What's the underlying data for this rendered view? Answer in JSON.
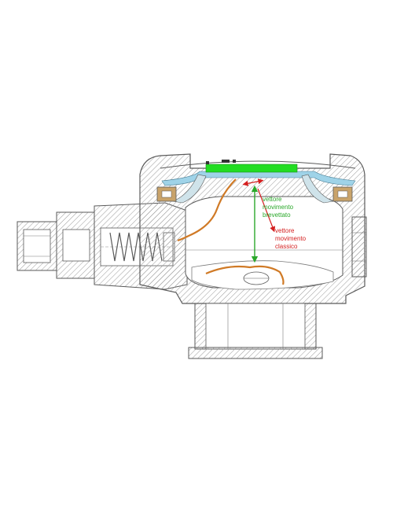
{
  "labels": {
    "patented_vector": [
      "vettore",
      "movimento",
      "brevettato"
    ],
    "classic_vector": [
      "vettore",
      "movimento",
      "classico"
    ]
  },
  "colors": {
    "background": "#ffffff",
    "outline": "#5a5a5a",
    "hatch": "#9a9a9a",
    "diaphragm_green": "#22dd22",
    "seal_tan": "#c9a36a",
    "membrane_blue": "#9fd3e8",
    "lever_orange": "#d07a26",
    "patented_arrow": "#2aa82a",
    "classic_arrow": "#d42020"
  },
  "icons": [
    "pressure-regulator-cross-section"
  ]
}
